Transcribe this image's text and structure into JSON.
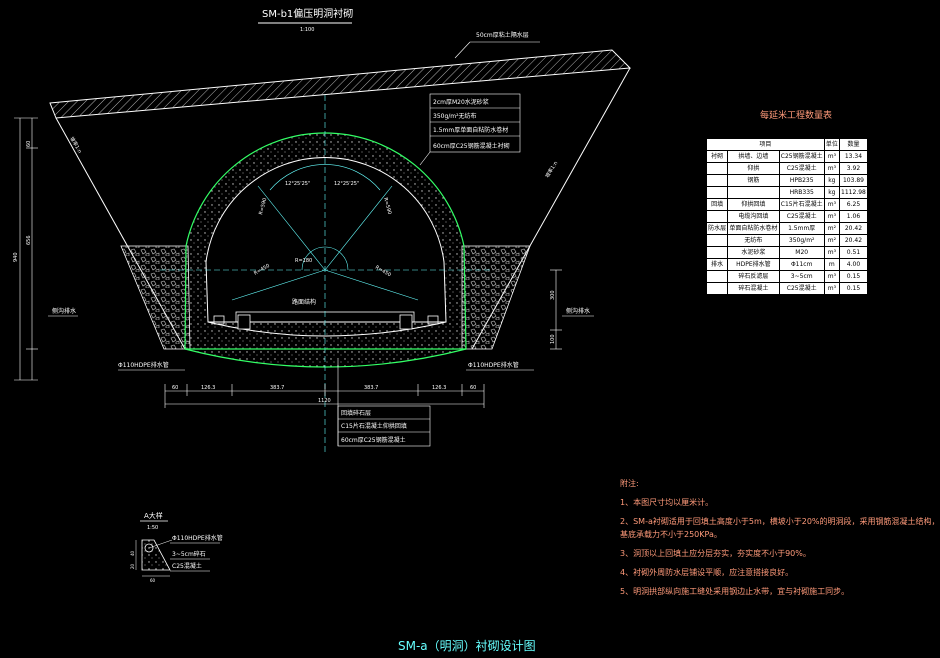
{
  "colors": {
    "background": "#000000",
    "outline": "#ffffff",
    "lining": "#33ff66",
    "dimension": "#66ffff",
    "notes": "#ff9a7a"
  },
  "section": {
    "title": "SM-b1偏压明洞衬砌",
    "scale": "1:100"
  },
  "backfill_label": "50cm厚粘土隔水层",
  "slope_left": "坡率1:n",
  "slope_right": "坡率1:n",
  "layers": [
    "2cm厚M20水泥砂浆",
    "350g/m²无纺布",
    "1.5mm厚单面自粘防水卷材",
    "60cm厚C25钢筋混凝土衬砌"
  ],
  "angles": [
    "12°25'25\"",
    "12°25'25\"",
    "R=590",
    "R=590",
    "R=450",
    "R=450",
    "R=180"
  ],
  "road_label": "路面结构",
  "invert_layers": [
    "回填碎石层",
    "C15片石混凝土仰拱回填",
    "60cm厚C25钢筋混凝土"
  ],
  "left_drain": "Φ110HDPE排水管",
  "right_drain": "Φ110HDPE排水管",
  "left_ditch": "侧沟排水",
  "right_ditch": "侧沟排水",
  "dims_bottom": [
    "60",
    "126.3",
    "383.7",
    "383.7",
    "126.3",
    "60"
  ],
  "dims_total": "1120",
  "dims_left": [
    "60",
    "656",
    "940"
  ],
  "dims_right": [
    "300",
    "100"
  ],
  "qty": {
    "title": "每延米工程数量表",
    "head": [
      "项目",
      "单位",
      "数量"
    ],
    "rows": [
      [
        "衬砌",
        "拱墙、边墙",
        "C25钢筋混凝土",
        "m³",
        "13.34"
      ],
      [
        "",
        "仰拱",
        "C25混凝土",
        "m³",
        "3.92"
      ],
      [
        "",
        "钢筋",
        "HPB235",
        "kg",
        "103.89"
      ],
      [
        "",
        "",
        "HRB335",
        "kg",
        "1112.98"
      ],
      [
        "回填",
        "仰拱回填",
        "C15片石混凝土",
        "m³",
        "6.25"
      ],
      [
        "",
        "电缆沟回填",
        "C25混凝土",
        "m³",
        "1.06"
      ],
      [
        "防水层",
        "单面自粘防水卷材",
        "1.5mm厚",
        "m²",
        "20.42"
      ],
      [
        "",
        "无纺布",
        "350g/m²",
        "m²",
        "20.42"
      ],
      [
        "",
        "水泥砂浆",
        "M20",
        "m³",
        "0.51"
      ],
      [
        "排水",
        "HDPE排水管",
        "Φ11cm",
        "m",
        "4.00"
      ],
      [
        "",
        "碎石反滤层",
        "3~5cm",
        "m³",
        "0.15"
      ],
      [
        "",
        "碎石混凝土",
        "C25混凝土",
        "m³",
        "0.15"
      ]
    ]
  },
  "notes": {
    "title": "附注:",
    "items": [
      "1、本图尺寸均以厘米计。",
      "2、SM-a衬砌适用于回填土高度小于5m，横坡小于20%的明洞段，采用钢筋混凝土结构，",
      "   基底承载力不小于250KPa。",
      "3、洞顶以上回填土应分层夯实，夯实度不小于90%。",
      "4、衬砌外周防水层铺设平顺，应注意搭接良好。",
      "5、明洞拱部纵向施工缝处采用钢边止水带，宜与衬砌施工同步。"
    ]
  },
  "detail": {
    "title": "A大样",
    "scale": "1:50",
    "labels": [
      "Φ110HDPE排水管",
      "3~5cm碎石",
      "C25混凝土"
    ],
    "dims": [
      "40",
      "20",
      "60"
    ]
  },
  "drawing_title": "SM-a（明洞）衬砌设计图"
}
